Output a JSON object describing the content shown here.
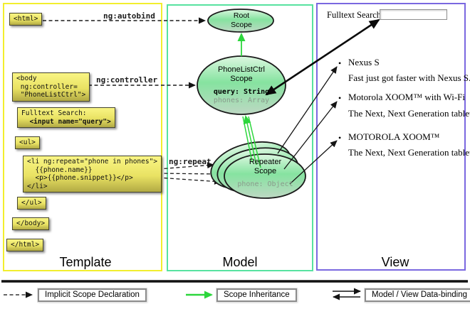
{
  "columns": {
    "template_label": "Template",
    "model_label": "Model",
    "view_label": "View"
  },
  "template": {
    "html_open": "<html>",
    "body_open_1": "<body",
    "body_open_2": " ng:controller=",
    "body_open_3": " \"PhoneListCtrl\">",
    "fulltext_1": "Fulltext Search:",
    "fulltext_2": "  <input name=\"query\">",
    "ul_open": "<ul>",
    "li_1": "<li ng:repeat=\"phone in phones\">",
    "li_2": "  {{phone.name}}",
    "li_3": "  <p>{{phone.snippet}}</p>",
    "li_4": "</li>",
    "ul_close": "</ul>",
    "body_close": "</body>",
    "html_close": "</html>",
    "label_autobind": "ng:autobind",
    "label_controller": "ng:controller",
    "label_repeat": "ng:repeat"
  },
  "model": {
    "root_scope": {
      "title_1": "Root",
      "title_2": "Scope"
    },
    "phonelist_scope": {
      "title_1": "PhoneListCtrl",
      "title_2": "Scope",
      "prop_query": "query: String",
      "prop_phones": "phones: Array"
    },
    "repeater_scope": {
      "title_1": "Repeater",
      "title_2": "Scope",
      "prop_phone": "phone: Object"
    }
  },
  "view": {
    "search_label": "Fulltext Search:",
    "search_value": "",
    "bullet": "•",
    "items": [
      {
        "name": "Nexus S",
        "desc": "Fast just got faster with Nexus S."
      },
      {
        "name": "Motorola XOOM™ with Wi-Fi",
        "desc": "The Next, Next Generation tablet."
      },
      {
        "name": "MOTOROLA XOOM™",
        "desc": "The Next, Next Generation tablet."
      }
    ]
  },
  "legend": {
    "implicit": "Implicit Scope Declaration",
    "inheritance": "Scope Inheritance",
    "databinding": "Model / View Data-binding"
  },
  "colors": {
    "template_border": "#f2ee2e",
    "model_border": "#57e2a0",
    "view_border": "#7a68e0",
    "codebox_top": "#f9f584",
    "codebox_bottom": "#b2aa44",
    "scope_green": "#86e3a0",
    "inheritance_green": "#2cd63c",
    "arrow_black": "#141414"
  }
}
